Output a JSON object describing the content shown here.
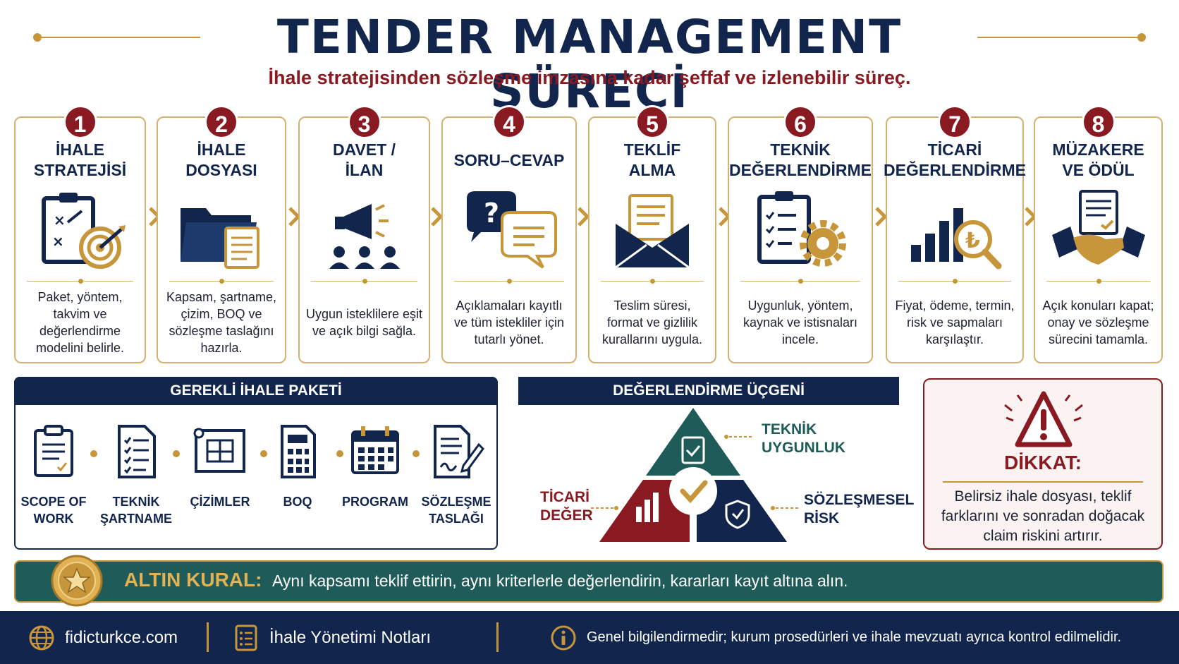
{
  "header": {
    "title": "TENDER MANAGEMENT SÜRECİ",
    "subtitle": "İhale stratejisinden sözleşme imzasına kadar şeffaf ve izlenebilir süreç."
  },
  "steps": [
    {
      "num": "1",
      "title": "İHALE\nSTRATEJİSİ",
      "icon": "strategy-target-icon",
      "desc": "Paket, yöntem, takvim ve değerlendirme modelini belirle."
    },
    {
      "num": "2",
      "title": "İHALE\nDOSYASI",
      "icon": "folder-document-icon",
      "desc": "Kapsam, şartname, çizim, BOQ ve sözleşme taslağını hazırla."
    },
    {
      "num": "3",
      "title": "DAVET /\nİLAN",
      "icon": "megaphone-people-icon",
      "desc": "Uygun isteklilere eşit ve açık bilgi sağla."
    },
    {
      "num": "4",
      "title": "SORU–CEVAP",
      "icon": "question-chat-icon",
      "desc": "Açıklamaları kayıtlı ve tüm istekliler için tutarlı yönet."
    },
    {
      "num": "5",
      "title": "TEKLİF\nALMA",
      "icon": "envelope-document-icon",
      "desc": "Teslim süresi, format ve gizlilik kurallarını uygula."
    },
    {
      "num": "6",
      "title": "TEKNİK\nDEĞERLENDİRME",
      "icon": "checklist-gear-icon",
      "desc": "Uygunluk, yöntem, kaynak ve istisnaları incele."
    },
    {
      "num": "7",
      "title": "TİCARİ\nDEĞERLENDİRME",
      "icon": "chart-lira-magnifier-icon",
      "desc": "Fiyat, ödeme, termin, risk ve sapmaları karşılaştır."
    },
    {
      "num": "8",
      "title": "MÜZAKERE\nVE ÖDÜL",
      "icon": "handshake-contract-icon",
      "desc": "Açık konuları kapat; onay ve sözleşme sürecini tamamla."
    }
  ],
  "package": {
    "title": "GEREKLİ İHALE PAKETİ",
    "items": [
      {
        "label": "SCOPE OF WORK",
        "icon": "clipboard-icon"
      },
      {
        "label": "TEKNİK ŞARTNAME",
        "icon": "checklist-document-icon"
      },
      {
        "label": "ÇİZİMLER",
        "icon": "blueprint-icon"
      },
      {
        "label": "BOQ",
        "icon": "calculator-icon"
      },
      {
        "label": "PROGRAM",
        "icon": "calendar-icon"
      },
      {
        "label": "SÖZLEŞME TASLAĞI",
        "icon": "contract-pen-icon"
      }
    ]
  },
  "triangle": {
    "title": "DEĞERLENDİRME ÜÇGENİ",
    "top": "TEKNİK UYGUNLUK",
    "left": "TİCARİ DEĞER",
    "right": "SÖZLEŞMESEL RİSK",
    "colors": {
      "top": "#1f5c59",
      "left": "#8a1a22",
      "right": "#12264d"
    }
  },
  "warning": {
    "title": "DİKKAT:",
    "text": "Belirsiz ihale dosyası, teklif farklarını ve sonradan doğacak claim riskini artırır."
  },
  "rule": {
    "label": "ALTIN KURAL:",
    "text": "Aynı kapsamı teklif ettirin, aynı kriterlerle değerlendirin, kararları kayıt altına alın."
  },
  "footer": {
    "site": "fidicturkce.com",
    "notes": "İhale Yönetimi Notları",
    "disclaimer": "Genel bilgilendirmedir; kurum prosedürleri ve ihale mevzuatı ayrıca kontrol edilmelidir."
  },
  "colors": {
    "navy": "#12264d",
    "gold": "#c8963a",
    "maroon": "#8a1a22",
    "teal": "#1f5c59"
  }
}
